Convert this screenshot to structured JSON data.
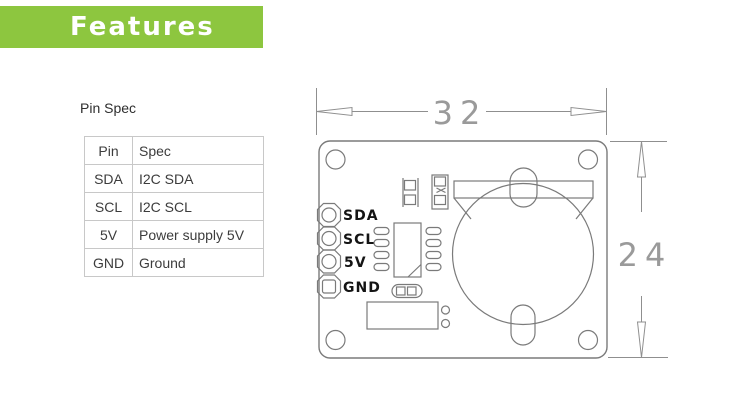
{
  "banner": {
    "label": "Features",
    "background_color": "#8dc63f",
    "text_color": "#ffffff"
  },
  "pin_table": {
    "title": "Pin Spec",
    "headers": {
      "pin": "Pin",
      "spec": "Spec"
    },
    "rows": [
      {
        "pin": "SDA",
        "spec": "I2C SDA"
      },
      {
        "pin": "SCL",
        "spec": "I2C SCL"
      },
      {
        "pin": "5V",
        "spec": "Power supply 5V"
      },
      {
        "pin": "GND",
        "spec": "Ground"
      }
    ]
  },
  "drawing": {
    "type": "pcb-dimension-diagram",
    "pin_labels": [
      "SDA",
      "SCL",
      "5V",
      "GND"
    ],
    "dimensions": {
      "width": "32",
      "height": "24"
    },
    "line_color": "#7a7a7a",
    "dimension_text_color": "#9a9a9a"
  }
}
